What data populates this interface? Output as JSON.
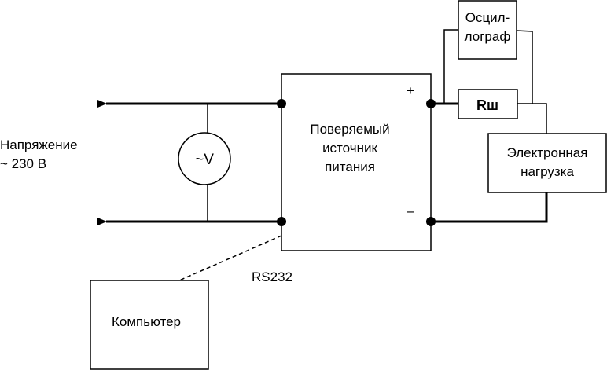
{
  "mains_label": [
    "Напряжение",
    "~ 230 В"
  ],
  "voltmeter_label": "~V",
  "psu_label": [
    "Поверяемый",
    "источник",
    "питания"
  ],
  "plus_label": "+",
  "minus_label": "–",
  "oscilloscope_label": [
    "Осцил-",
    "лограф"
  ],
  "shunt_label": "Rш",
  "load_label": [
    "Электронная",
    "нагрузка"
  ],
  "computer_label": "Компьютер",
  "interface_label": "RS232"
}
